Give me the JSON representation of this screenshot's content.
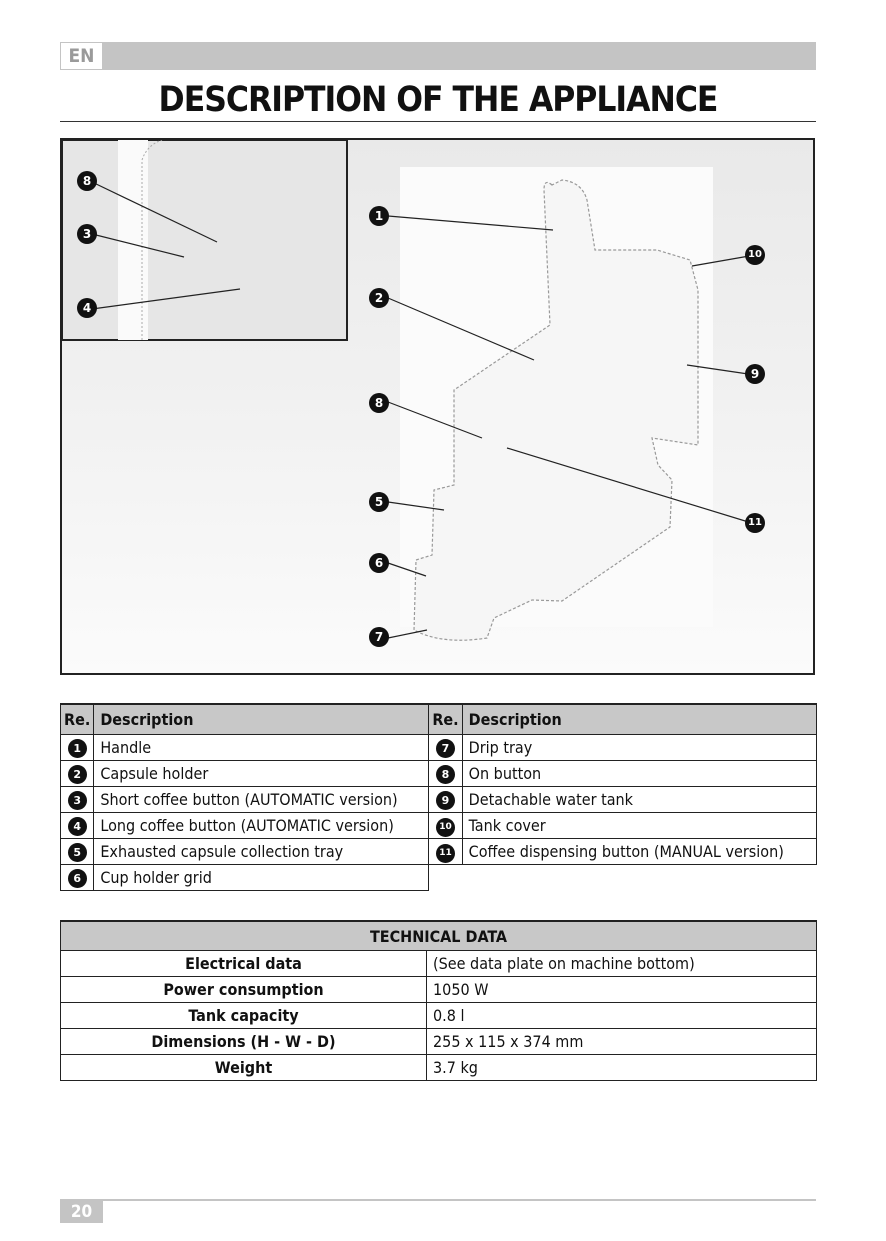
{
  "header": {
    "lang": "EN",
    "title": "DESCRIPTION OF THE APPLIANCE"
  },
  "figure": {
    "callouts": [
      "1",
      "2",
      "3",
      "4",
      "5",
      "6",
      "7",
      "8",
      "9",
      "10",
      "11"
    ]
  },
  "ref_table": {
    "col_ref": "Re.",
    "col_desc": "Description",
    "left": [
      {
        "num": "1",
        "text": "Handle"
      },
      {
        "num": "2",
        "text": "Capsule holder"
      },
      {
        "num": "3",
        "text": "Short coffee button (AUTOMATIC version)"
      },
      {
        "num": "4",
        "text": "Long coffee button (AUTOMATIC version)"
      },
      {
        "num": "5",
        "text": "Exhausted capsule collection tray"
      },
      {
        "num": "6",
        "text": "Cup holder grid"
      }
    ],
    "right": [
      {
        "num": "7",
        "text": "Drip tray"
      },
      {
        "num": "8",
        "text": "On button"
      },
      {
        "num": "9",
        "text": "Detachable water tank"
      },
      {
        "num": "10",
        "text": "Tank cover"
      },
      {
        "num": "11",
        "text": "Coffee dispensing button (MANUAL version)"
      }
    ]
  },
  "tech_table": {
    "title": "TECHNICAL DATA",
    "rows": [
      {
        "label": "Electrical data",
        "value": "(See data plate on machine bottom)"
      },
      {
        "label": "Power consumption",
        "value": "1050 W"
      },
      {
        "label": "Tank capacity",
        "value": "0.8 l"
      },
      {
        "label": "Dimensions (H - W - D)",
        "value": "255 x 115 x 374 mm"
      },
      {
        "label": "Weight",
        "value": "3.7 kg"
      }
    ]
  },
  "footer": {
    "page": "20"
  }
}
